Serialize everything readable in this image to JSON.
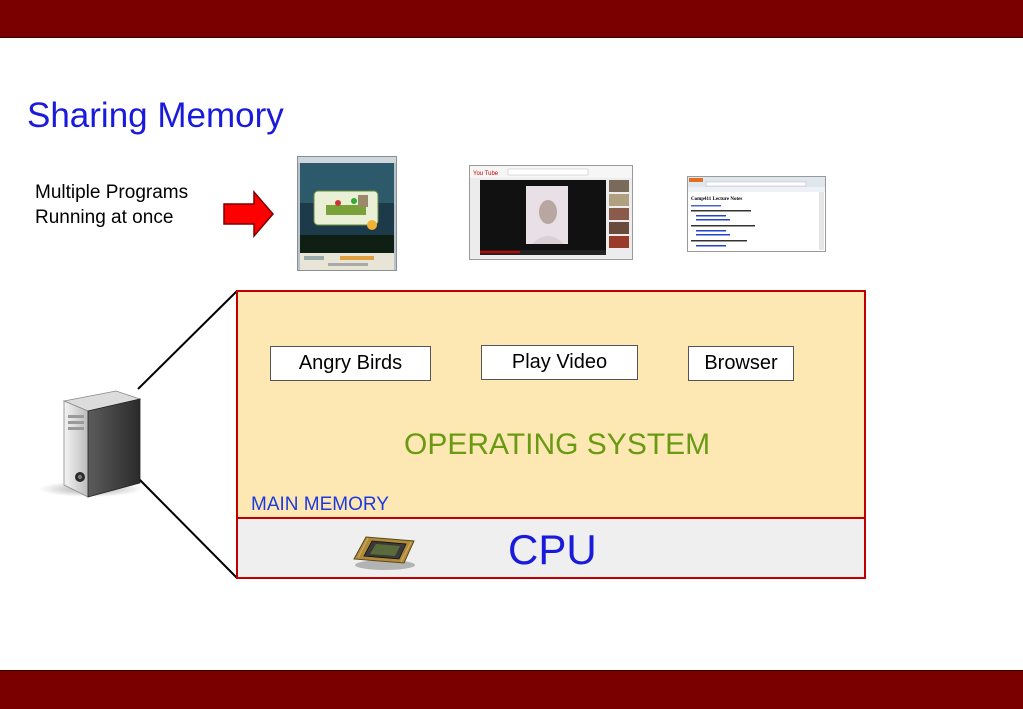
{
  "slide": {
    "title": "Sharing Memory",
    "caption_line1": "Multiple Programs",
    "caption_line2": "Running at once"
  },
  "thumbnails": {
    "youtube_logo": "You Tube",
    "browser_page_title": "Comp411 Lecture Notes"
  },
  "programs": [
    "Angry Birds",
    "Play Video",
    "Browser"
  ],
  "layers": {
    "os": "OPERATING SYSTEM",
    "main_memory": "MAIN MEMORY",
    "cpu": "CPU"
  },
  "colors": {
    "header_bar": "#7a0000",
    "title": "#1a1adb",
    "memory_fill": "#fde8b4",
    "box_border": "#c00000",
    "os_text": "#6a9a13",
    "arrow": "#ff0000"
  }
}
